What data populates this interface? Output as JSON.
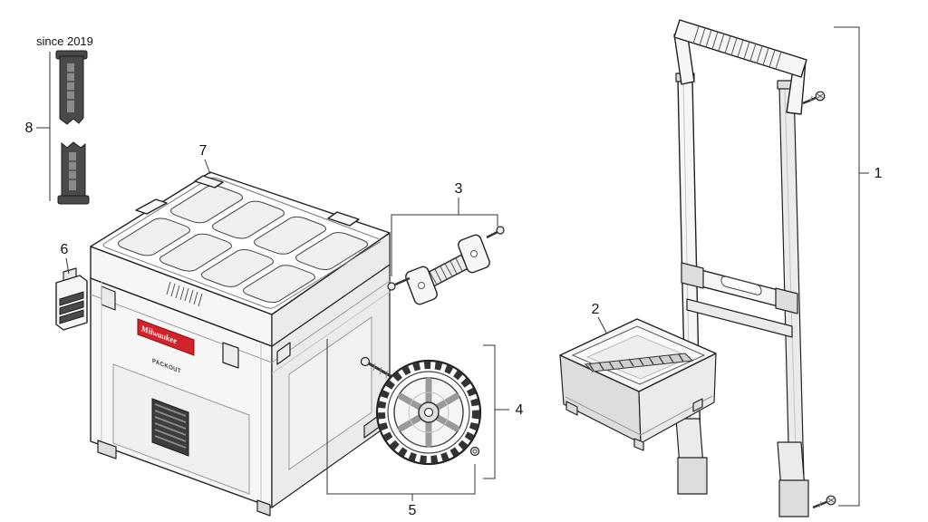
{
  "diagram": {
    "note": "since 2019",
    "brand": "Milwaukee",
    "product_line": "PACKOUT",
    "colors": {
      "brand_red": "#d2232a",
      "line": "#222222",
      "dark_part": "#4a4a4a"
    },
    "parts": [
      {
        "number": "1",
        "name": "extension-handle-frame"
      },
      {
        "number": "2",
        "name": "organizer-tray"
      },
      {
        "number": "3",
        "name": "carry-handle"
      },
      {
        "number": "4",
        "name": "wheel"
      },
      {
        "number": "5",
        "name": "wheel-axle-assembly"
      },
      {
        "number": "6",
        "name": "latch"
      },
      {
        "number": "7",
        "name": "toolbox"
      },
      {
        "number": "8",
        "name": "mounting-bracket"
      }
    ]
  }
}
